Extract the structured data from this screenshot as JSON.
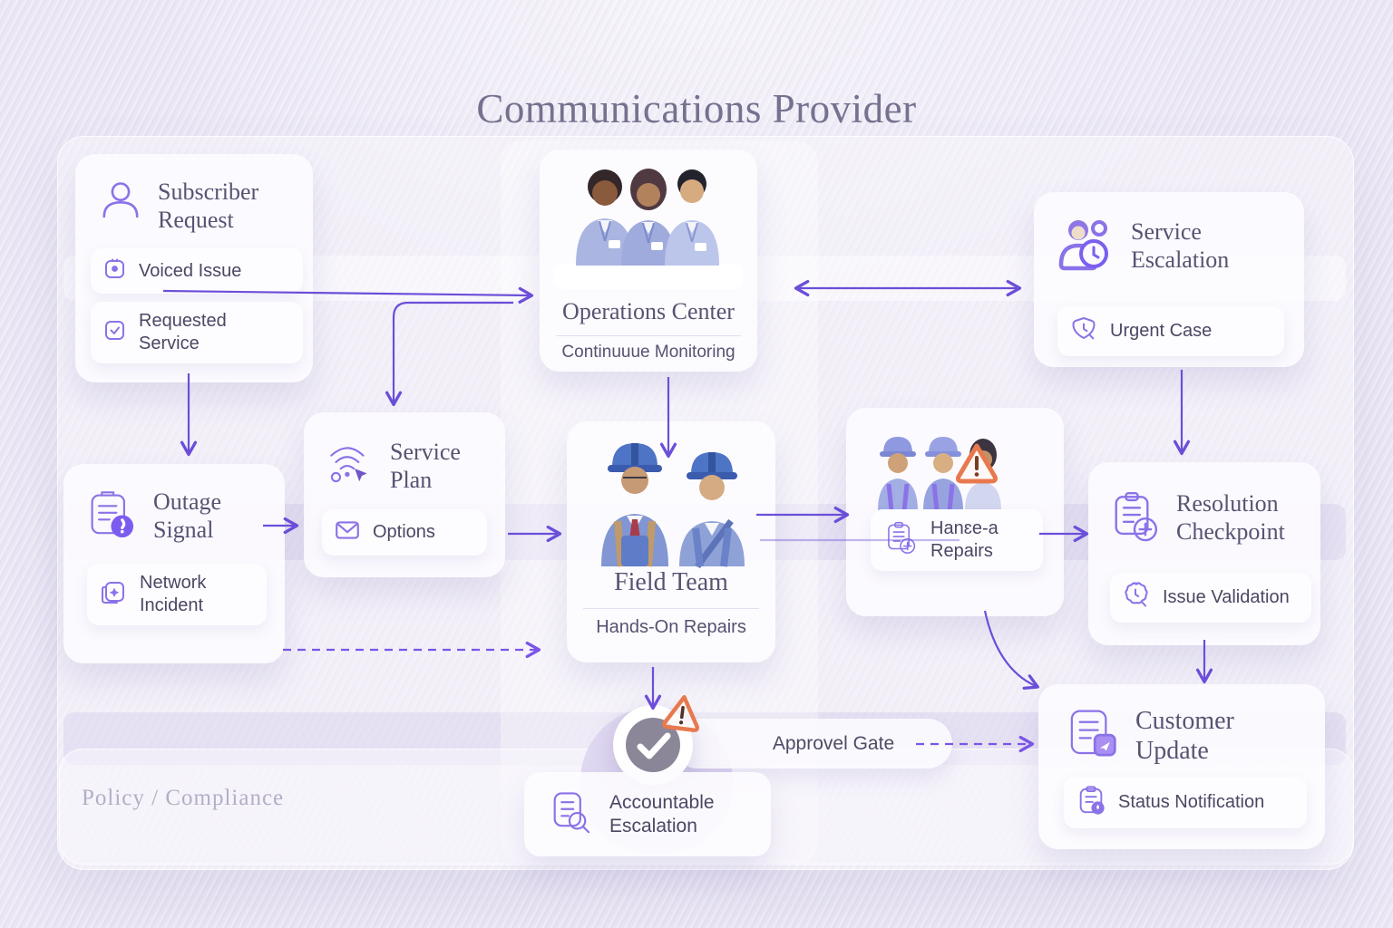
{
  "title": "Communications Provider",
  "lane": {
    "label": "Policy / Compliance"
  },
  "colors": {
    "background": "#eae6f4",
    "accent": "#8b72e8",
    "arrow": "#6c4ed9",
    "warning": "#e8794e",
    "heading_text": "#585372",
    "label_text": "#4b4763",
    "title_text": "#76718e"
  },
  "nodes": {
    "subscriber_request": {
      "title": "Subscriber Request",
      "icon": "user-icon",
      "items": [
        {
          "icon": "ticket-person-icon",
          "label": "Voiced Issue"
        },
        {
          "icon": "checkbox-icon",
          "label": "Requested Service"
        }
      ]
    },
    "operations_center": {
      "title": "Operations Center",
      "subtitle": "Continuuue Monitoring",
      "illustration": "three-operators"
    },
    "service_escalation": {
      "title": "Service Escalation",
      "icon": "person-clock-icon",
      "items": [
        {
          "icon": "shield-clock-icon",
          "label": "Urgent Case"
        }
      ]
    },
    "service_plan": {
      "title": "Service Plan",
      "icon": "wifi-icon",
      "items": [
        {
          "icon": "envelope-icon",
          "label": "Options"
        }
      ]
    },
    "outage_signal": {
      "title": "Outage Signal",
      "icon": "clipboard-alert-icon",
      "items": [
        {
          "icon": "folder-sparkle-icon",
          "label": "Network Incident"
        }
      ]
    },
    "field_team": {
      "title": "Field Team",
      "subtitle": "Hands-On Repairs",
      "illustration": "two-technicians"
    },
    "repair_crew": {
      "illustration": "crew-with-warning",
      "items": [
        {
          "icon": "clipboard-plus-icon",
          "label": "Hanɛe-a Repairs"
        }
      ]
    },
    "resolution_checkpoint": {
      "title": "Resolution Checkpoint",
      "icon": "clipboard-plus-icon",
      "items": [
        {
          "icon": "seal-clock-icon",
          "label": "Issue Validation"
        }
      ]
    },
    "customer_update": {
      "title": "Customer Update",
      "icon": "document-badge-icon",
      "items": [
        {
          "icon": "clipboard-drop-icon",
          "label": "Status Notification"
        }
      ]
    },
    "approval_gate": {
      "label": "Approvel Gate",
      "icon": "check-circle-icon"
    },
    "accountable_escalation": {
      "label": "Accountable Escalation",
      "icon": "document-magnifier-icon"
    }
  }
}
